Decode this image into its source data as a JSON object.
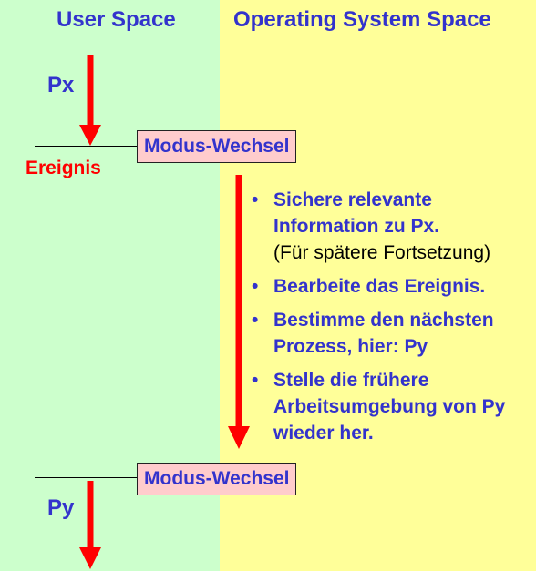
{
  "headings": {
    "user_space": "User Space",
    "os_space": "Operating System Space"
  },
  "processes": {
    "first": "Px",
    "second": "Py"
  },
  "event_label": "Ereignis",
  "mode_switch_label": "Modus-Wechsel",
  "bullet_glyph": "•",
  "steps": [
    {
      "text": "Sichere relevante Information zu Px.",
      "note": "(Für spätere Fortsetzung)"
    },
    {
      "text": "Bearbeite das Ereignis."
    },
    {
      "text": "Bestimme den nächsten Prozess, hier: Py"
    },
    {
      "text": "Stelle die frühere Arbeitsumgebung von Py wieder her."
    }
  ],
  "colors": {
    "user_space_bg": "#ccffcc",
    "os_space_bg": "#ffff99",
    "heading_text": "#3333cc",
    "arrow": "#ff0000",
    "event_text": "#ff0000",
    "mode_box_bg": "#ffcccc"
  }
}
